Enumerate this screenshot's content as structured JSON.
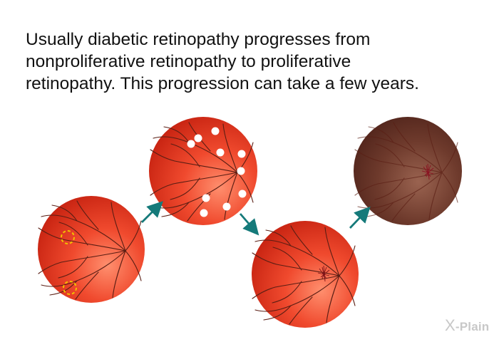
{
  "caption": {
    "lines": [
      "Usually diabetic retinopathy progresses from",
      "nonproliferative retinopathy to proliferative",
      "retinopathy.  This progression can take a few years."
    ]
  },
  "stages": [
    {
      "id": "stage-1-retina",
      "spots": "yellow-dashed-rings",
      "tone": "red"
    },
    {
      "id": "stage-2-retina",
      "spots": "white-cotton-wool-spots",
      "tone": "red"
    },
    {
      "id": "stage-3-retina",
      "spots": "neovascular-tuft",
      "tone": "red"
    },
    {
      "id": "stage-4-retina",
      "spots": "neovascular-tuft",
      "tone": "dark-brown"
    }
  ],
  "colors": {
    "retina_red": "#e2321f",
    "retina_highlight": "#ff7a5c",
    "retina_dark": "#6a3a2c",
    "vessel": "#5a1e14",
    "arrow": "#157a7a",
    "spot_yellow": "#f2c200"
  },
  "logo": {
    "mark": "X",
    "text": "-Plain"
  }
}
